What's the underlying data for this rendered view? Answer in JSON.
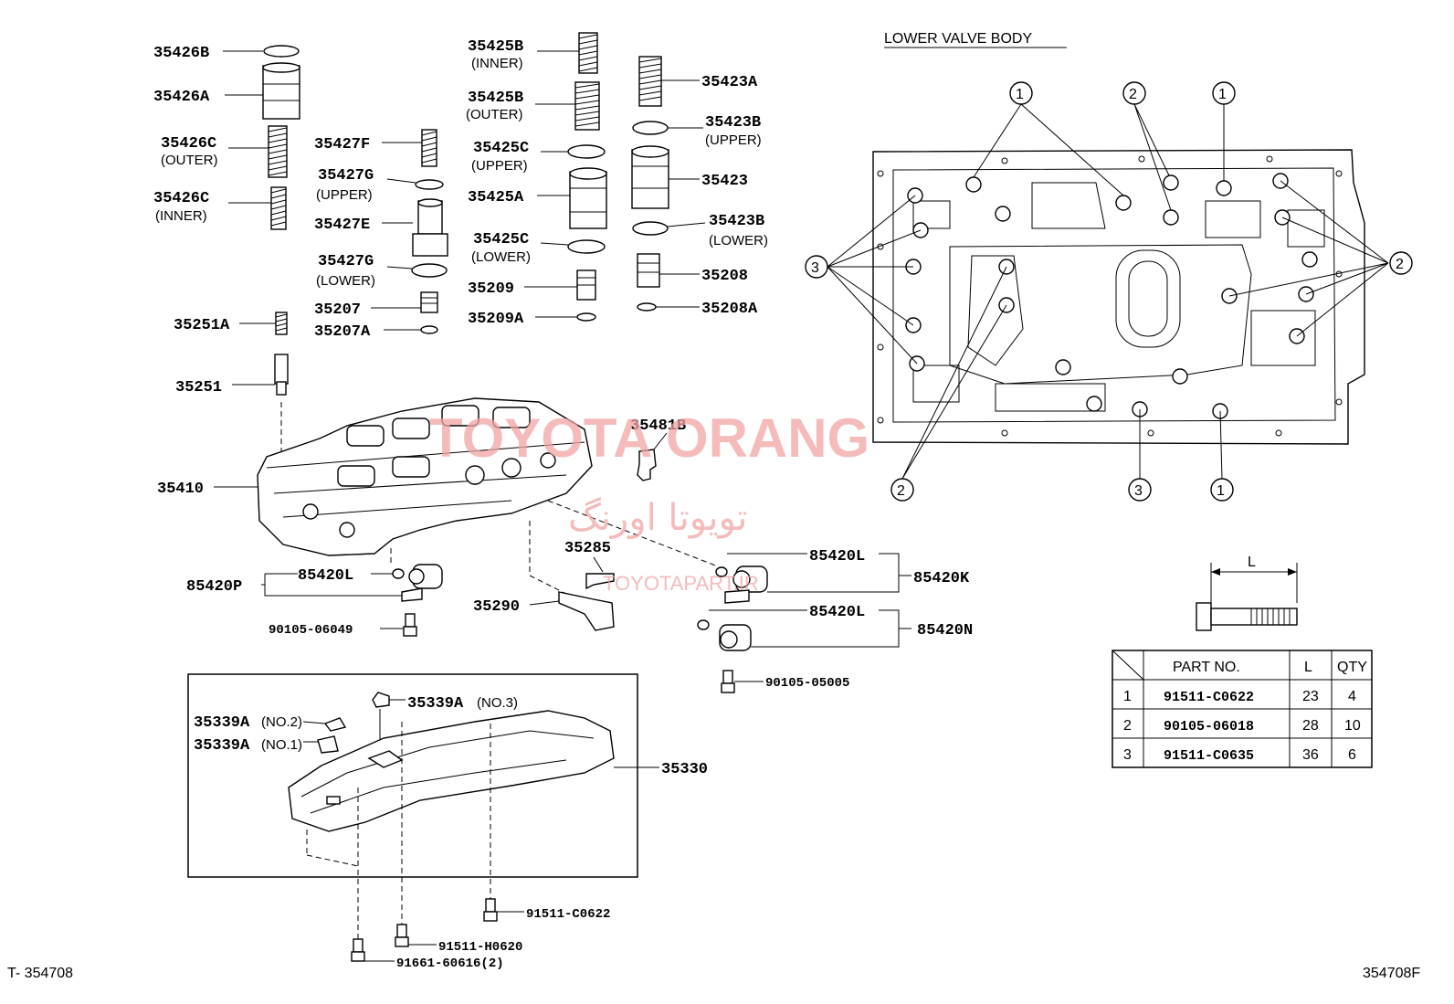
{
  "labels": {
    "p35426B": "35426B",
    "p35426A": "35426A",
    "p35426C_outer": "35426C",
    "p35426C_outer_sub": "(OUTER)",
    "p35426C_inner": "35426C",
    "p35426C_inner_sub": "(INNER)",
    "p35427F": "35427F",
    "p35427G_upper": "35427G",
    "p35427G_upper_sub": "(UPPER)",
    "p35427E": "35427E",
    "p35427G_lower": "35427G",
    "p35427G_lower_sub": "(LOWER)",
    "p35207": "35207",
    "p35207A": "35207A",
    "p35251A": "35251A",
    "p35251": "35251",
    "p35425B_inner": "35425B",
    "p35425B_inner_sub": "(INNER)",
    "p35425B_outer": "35425B",
    "p35425B_outer_sub": "(OUTER)",
    "p35425C_upper": "35425C",
    "p35425C_upper_sub": "(UPPER)",
    "p35425A": "35425A",
    "p35425C_lower": "35425C",
    "p35425C_lower_sub": "(LOWER)",
    "p35209": "35209",
    "p35209A": "35209A",
    "p35423A": "35423A",
    "p35423B_upper": "35423B",
    "p35423B_upper_sub": "(UPPER)",
    "p35423": "35423",
    "p35423B_lower": "35423B",
    "p35423B_lower_sub": "(LOWER)",
    "p35208": "35208",
    "p35208A": "35208A",
    "p35410": "35410",
    "p35481B": "35481B",
    "p35285": "35285",
    "p35290": "35290",
    "p85420L_a": "85420L",
    "p85420P": "85420P",
    "p90105_06049": "90105-06049",
    "p85420L_b": "85420L",
    "p85420K": "85420K",
    "p85420L_c": "85420L",
    "p85420N": "85420N",
    "p90105_05005": "90105-05005",
    "p35339A_no3": "35339A",
    "p35339A_no3_sub": "(NO.3)",
    "p35339A_no2": "35339A",
    "p35339A_no2_sub": "(NO.2)",
    "p35339A_no1": "35339A",
    "p35339A_no1_sub": "(NO.1)",
    "p35330": "35330",
    "p91511_C0622": "91511-C0622",
    "p91511_H0620": "91511-H0620",
    "p91661_60616": "91661-60616(2)"
  },
  "lower_valve_body": {
    "title": "LOWER VALVE BODY",
    "callouts_top": [
      "1",
      "2",
      "1"
    ],
    "callout_left": "3",
    "callout_right": "2",
    "callouts_bottom": [
      "2",
      "3",
      "1"
    ]
  },
  "bolt_dimension": {
    "label": "L"
  },
  "bolt_table": {
    "headers": [
      "",
      "PART NO.",
      "L",
      "QTY"
    ],
    "rows": [
      {
        "idx": "1",
        "part_no": "91511-C0622",
        "l": "23",
        "qty": "4"
      },
      {
        "idx": "2",
        "part_no": "90105-06018",
        "l": "28",
        "qty": "10"
      },
      {
        "idx": "3",
        "part_no": "91511-C0635",
        "l": "36",
        "qty": "6"
      }
    ]
  },
  "watermark": {
    "main": "TOYOTA ORANG",
    "persian": "تویوتا اورنگ",
    "site": "TOYOTAPART.IR"
  },
  "footer": {
    "left": "T- 354708",
    "right": "354708F"
  },
  "colors": {
    "ink": "#000000",
    "watermark": "#f2a5a5"
  }
}
